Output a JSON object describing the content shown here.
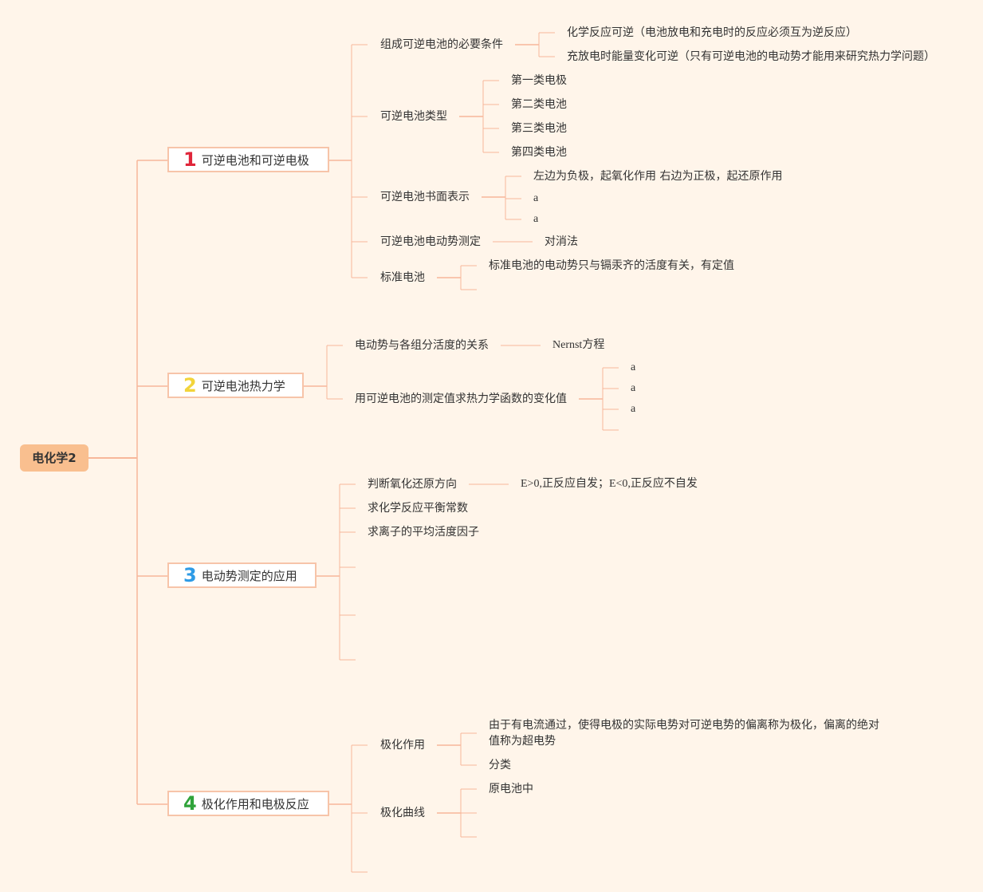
{
  "root": {
    "label": "电化学2"
  },
  "colors": {
    "background": "#fff5ea",
    "root_fill": "#f9bf8f",
    "line": "#f7b79a",
    "num1": "#e0263a",
    "num2": "#f2d43a",
    "num3": "#2e9be6",
    "num4": "#2fa33a"
  },
  "branches": [
    {
      "number": "1",
      "label": "可逆电池和可逆电极",
      "children": [
        {
          "label": "组成可逆电池的必要条件",
          "children": [
            {
              "label": "化学反应可逆（电池放电和充电时的反应必须互为逆反应）"
            },
            {
              "label": "充放电时能量变化可逆（只有可逆电池的电动势才能用来研究热力学问题）"
            }
          ]
        },
        {
          "label": "可逆电池类型",
          "children": [
            {
              "label": "第一类电极"
            },
            {
              "label": "第二类电池"
            },
            {
              "label": "第三类电池"
            },
            {
              "label": "第四类电池"
            }
          ]
        },
        {
          "label": "可逆电池书面表示",
          "children": [
            {
              "label": "左边为负极，起氧化作用 右边为正极，起还原作用"
            },
            {
              "label": "a"
            },
            {
              "label": "a"
            }
          ]
        },
        {
          "label": "可逆电池电动势测定",
          "children": [
            {
              "label": "对消法"
            }
          ]
        },
        {
          "label": "标准电池",
          "children": [
            {
              "label": "标准电池的电动势只与镉汞齐的活度有关，有定值"
            },
            {
              "label": ""
            }
          ]
        }
      ]
    },
    {
      "number": "2",
      "label": "可逆电池热力学",
      "children": [
        {
          "label": "电动势与各组分活度的关系",
          "children": [
            {
              "label": "Nernst方程"
            }
          ]
        },
        {
          "label": "用可逆电池的测定值求热力学函数的变化值",
          "children": [
            {
              "label": "a"
            },
            {
              "label": "a"
            },
            {
              "label": "a"
            },
            {
              "label": ""
            }
          ]
        }
      ]
    },
    {
      "number": "3",
      "label": "电动势测定的应用",
      "children": [
        {
          "label": "判断氧化还原方向",
          "children": [
            {
              "label": "E>0,正反应自发；E<0,正反应不自发"
            }
          ]
        },
        {
          "label": "求化学反应平衡常数"
        },
        {
          "label": "求离子的平均活度因子"
        },
        {
          "label": ""
        },
        {
          "label": ""
        },
        {
          "label": ""
        }
      ]
    },
    {
      "number": "4",
      "label": "极化作用和电极反应",
      "children": [
        {
          "label": "极化作用",
          "children": [
            {
              "label": "由于有电流通过，使得电极的实际电势对可逆电势的偏离称为极化，偏离的绝对值称为超电势"
            },
            {
              "label": "分类"
            }
          ]
        },
        {
          "label": "极化曲线",
          "children": [
            {
              "label": "原电池中"
            },
            {
              "label": ""
            },
            {
              "label": ""
            }
          ]
        },
        {
          "label": ""
        }
      ]
    }
  ]
}
